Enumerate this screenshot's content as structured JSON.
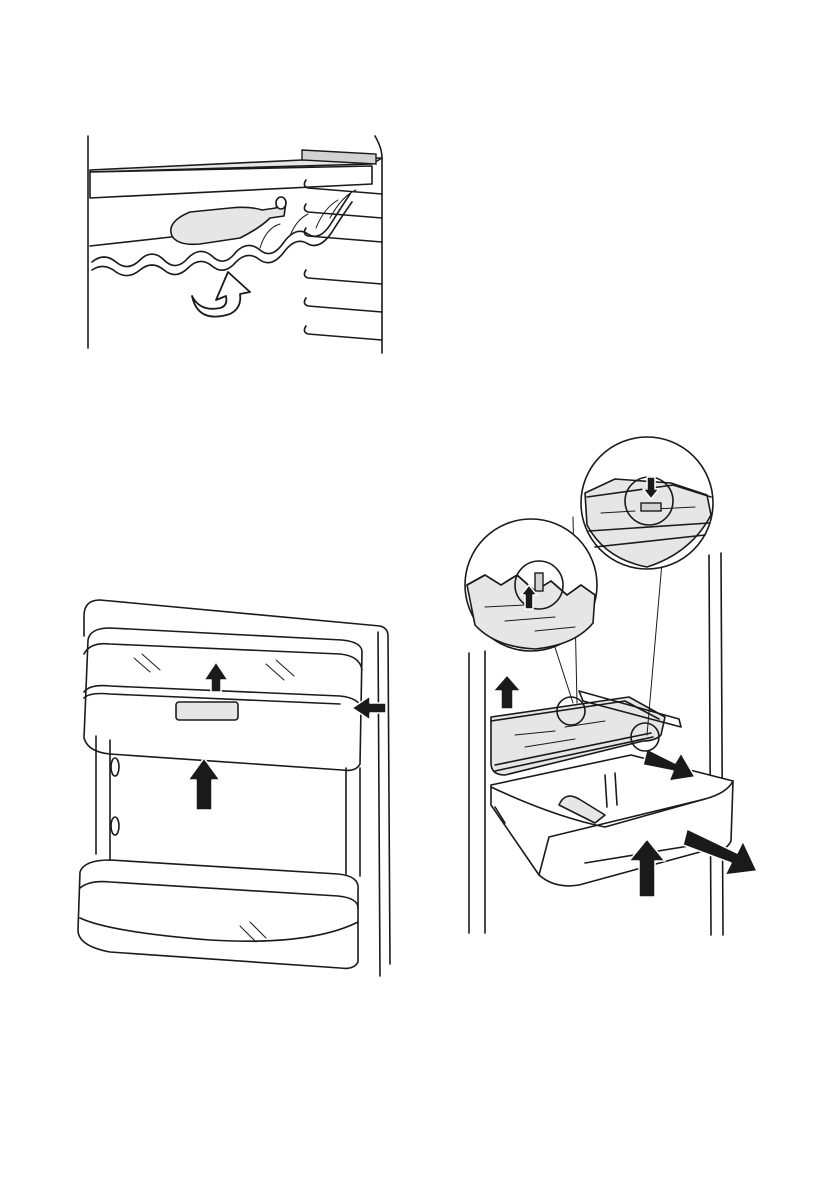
{
  "figures": [
    {
      "id": "wine-rack",
      "icon": "bottle-rack-illustration"
    },
    {
      "id": "door-shelf",
      "icon": "door-balcony-illustration"
    },
    {
      "id": "freezer-drawer",
      "icon": "drawer-removal-illustration"
    }
  ],
  "colors": {
    "line": "#1a1a1a",
    "shade": "#e6e6e6",
    "background": "#ffffff"
  }
}
